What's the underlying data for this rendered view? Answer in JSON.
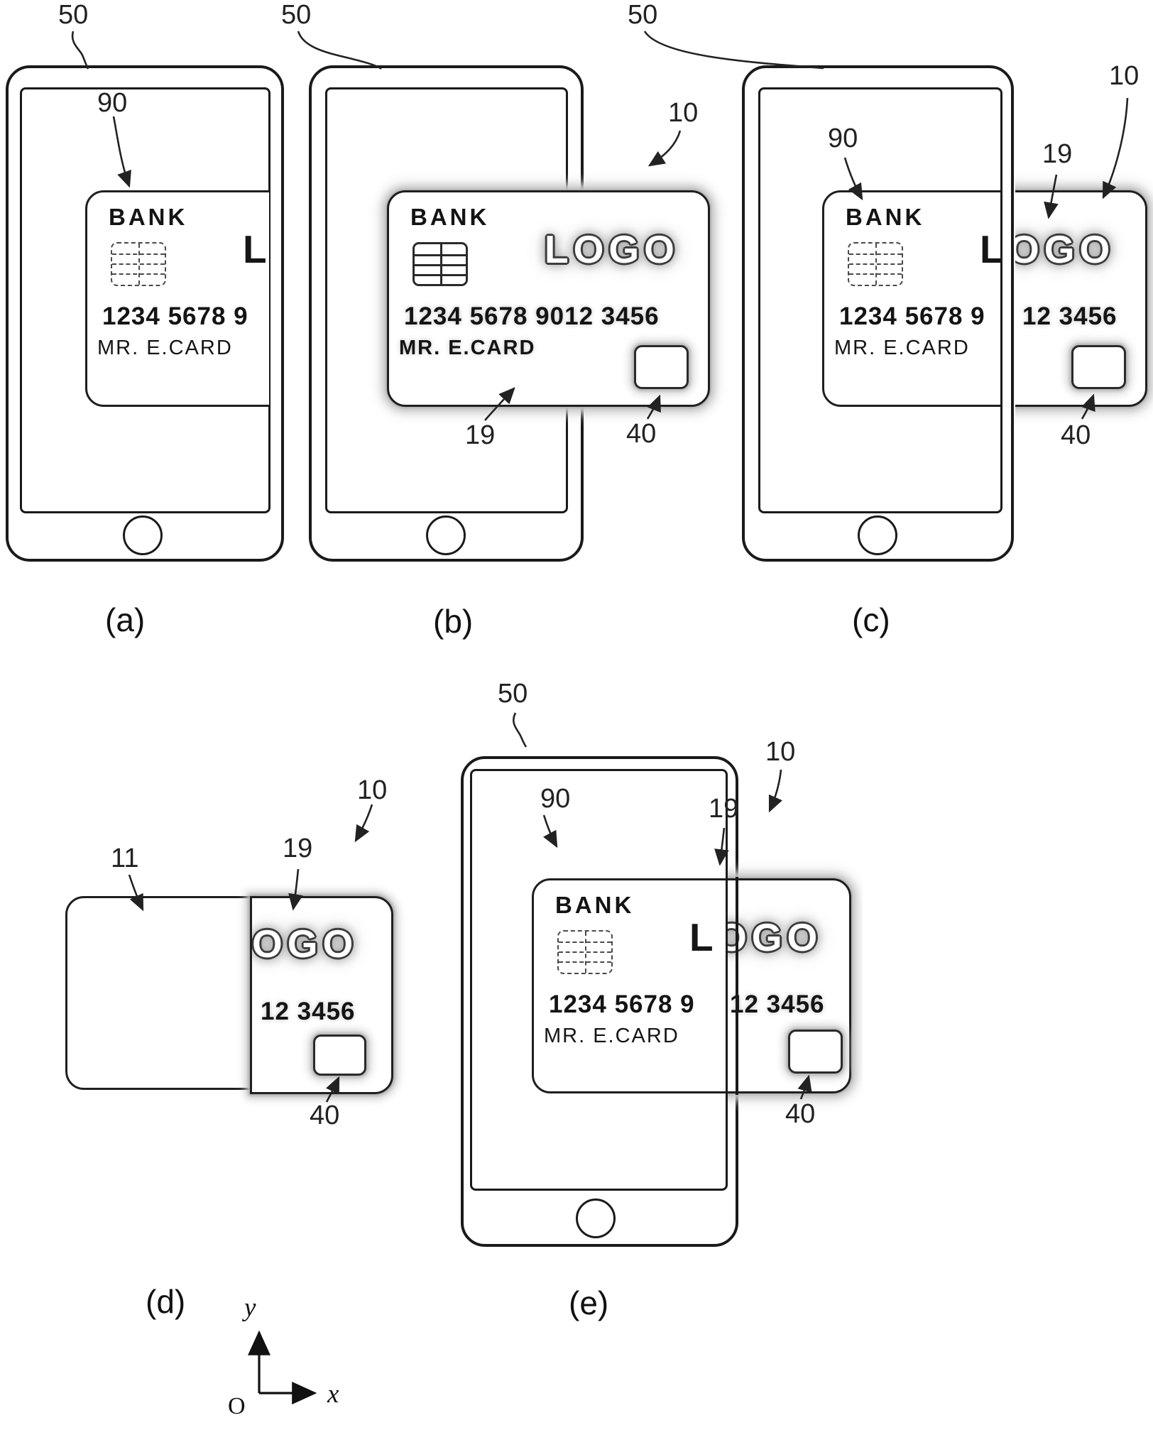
{
  "figure": {
    "panel_labels": {
      "a": "(a)",
      "b": "(b)",
      "c": "(c)",
      "d": "(d)",
      "e": "(e)"
    },
    "ref_labels": {
      "r10": "10",
      "r11": "11",
      "r19": "19",
      "r40": "40",
      "r50": "50",
      "r90": "90"
    },
    "axes": {
      "x_label": "x",
      "y_label": "y",
      "origin_label": "O"
    },
    "card": {
      "bank_label": "BANK",
      "logo_full": "LOGO",
      "logo_solid_l": "L",
      "logo_partial": "OGO",
      "number_full": "1234 5678 9012 3456",
      "number_virtual": "1234 5678 9",
      "number_partial": "12 3456",
      "holder_name": "MR. E.CARD"
    },
    "colors": {
      "ink": "#1a1a1a",
      "glow": "#bbbbbb",
      "background": "#ffffff"
    }
  }
}
